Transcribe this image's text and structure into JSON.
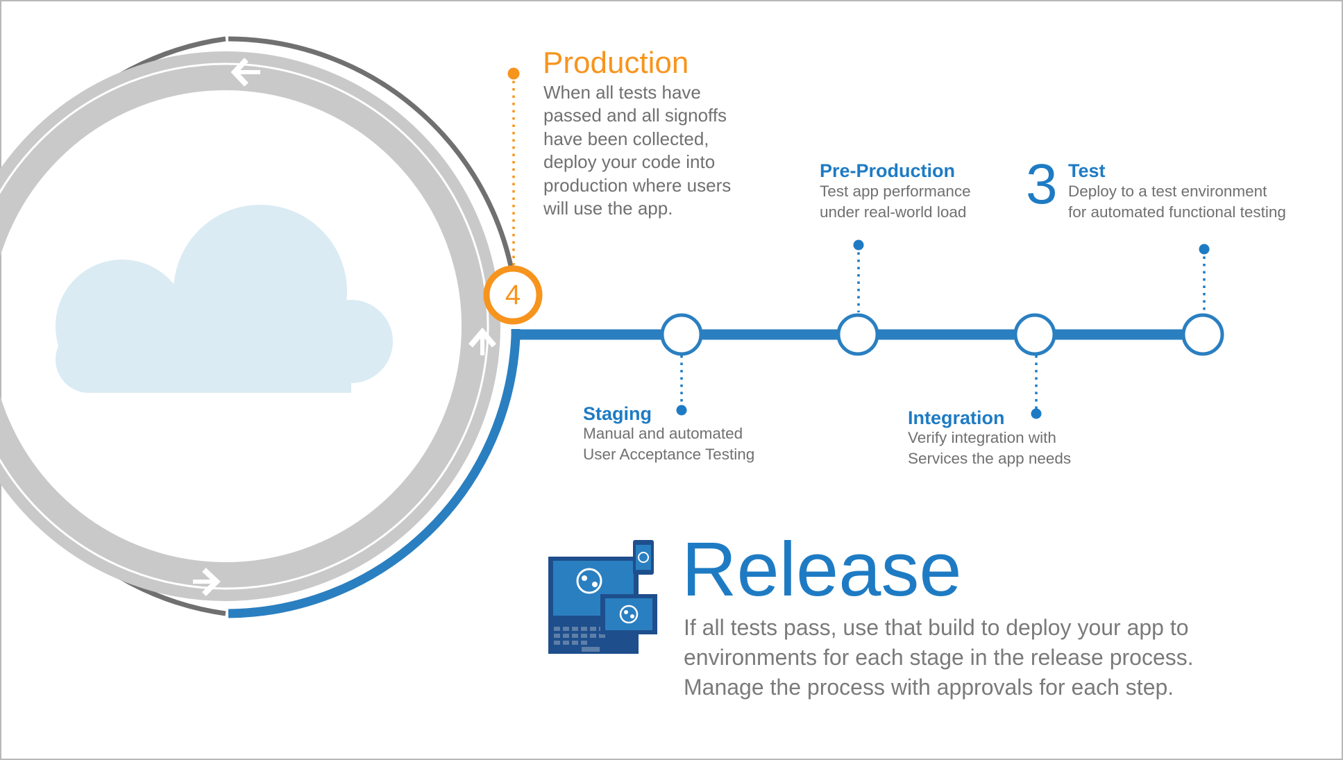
{
  "colors": {
    "accent_blue": "#1E7BC3",
    "accent_orange": "#F7941D",
    "ring_gray": "#C9C9C9",
    "ring_dark": "#707070",
    "cloud": "#DAEBF3",
    "body_text": "#707070"
  },
  "stages": {
    "production": {
      "title": "Production",
      "lines": [
        "When all tests have",
        "passed and all signoffs",
        "have been collected,",
        "deploy your code into",
        "production where users",
        "will use the app."
      ],
      "number": "4"
    },
    "pre_production": {
      "title": "Pre-Production",
      "lines": [
        "Test app performance",
        "under real-world load"
      ]
    },
    "test": {
      "number": "3",
      "title": "Test",
      "lines": [
        "Deploy to a test environment",
        "for automated functional testing"
      ]
    },
    "staging": {
      "title": "Staging",
      "lines": [
        "Manual and automated",
        "User Acceptance Testing"
      ]
    },
    "integration": {
      "title": "Integration",
      "lines": [
        "Verify integration with",
        "Services the app needs"
      ]
    }
  },
  "release": {
    "title": "Release",
    "lines": [
      "If all tests pass, use that build to deploy your app to",
      "environments for each stage in the release process.",
      "Manage the process with approvals for each step."
    ]
  },
  "icons": {
    "cycle_arrows": [
      "chevron-left-icon",
      "chevron-up-icon",
      "chevron-right-icon"
    ],
    "cloud": "cloud-icon",
    "devices": "devices-icon"
  }
}
